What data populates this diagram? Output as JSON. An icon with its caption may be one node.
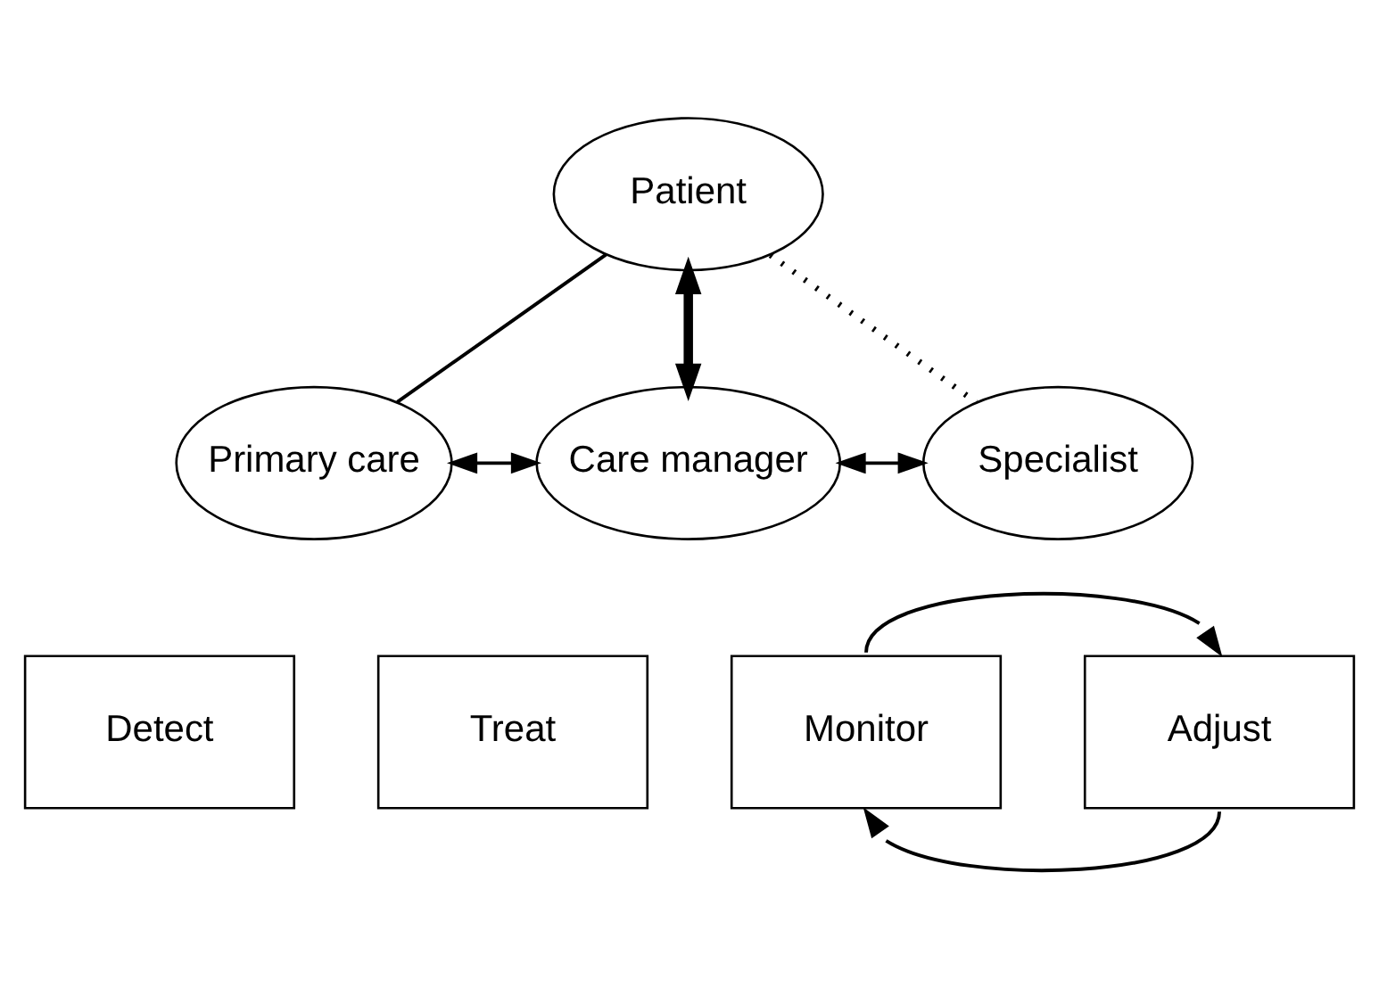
{
  "diagram": {
    "nodes": [
      {
        "text": [
          "Patient"
        ]
      },
      {
        "text": [
          "Primary care"
        ]
      },
      {
        "text": [
          "Care manager"
        ]
      },
      {
        "text": [
          "Specialist"
        ]
      },
      {
        "text": [
          "Detect"
        ]
      },
      {
        "text": [
          "Treat"
        ]
      },
      {
        "text": [
          "Monitor"
        ]
      },
      {
        "text": [
          "Adjust"
        ]
      }
    ],
    "edges": [
      {
        "from": 0,
        "to": 1,
        "arrow": "none"
      },
      {
        "from": 0,
        "to": 3,
        "arrow": "none",
        "style": "dashed"
      },
      {
        "from": 0,
        "to": 2,
        "arrow": "both",
        "style": "thick"
      },
      {
        "from": 1,
        "to": 2,
        "arrow": "both"
      },
      {
        "from": 2,
        "to": 3,
        "arrow": "both"
      },
      {
        "from": 6,
        "to": 7,
        "arrow": "to"
      },
      {
        "from": 7,
        "to": 6,
        "arrow": "to"
      }
    ]
  }
}
